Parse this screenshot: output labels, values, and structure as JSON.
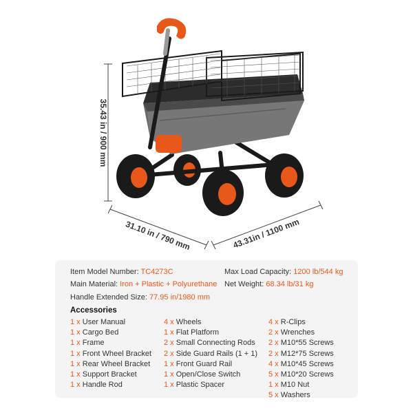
{
  "dimensions": {
    "height": "35.43 in / 900 mm",
    "width": "31.10 in / 790 mm",
    "length": "43.31in / 1100 mm"
  },
  "specs": {
    "model_label": "Item Model Number:",
    "model_value": "TC4273C",
    "max_load_label": "Max Load Capacity:",
    "max_load_value": "1200 lb/544 kg",
    "material_label": "Main Material:",
    "material_value": "Iron + Plastic + Polyurethane",
    "net_weight_label": "Net Weight:",
    "net_weight_value": "68.34 lb/31 kg",
    "handle_label": "Handle Extended Size:",
    "handle_value": "77.95 in/1980 mm"
  },
  "accessories": {
    "heading": "Accessories",
    "col1": [
      {
        "qty": "1 x",
        "name": "User Manual"
      },
      {
        "qty": "1 x",
        "name": "Cargo Bed"
      },
      {
        "qty": "1 x",
        "name": "Frame"
      },
      {
        "qty": "1 x",
        "name": "Front Wheel Bracket"
      },
      {
        "qty": "1 x",
        "name": "Rear Wheel Bracket"
      },
      {
        "qty": "1 x",
        "name": "Support Bracket"
      },
      {
        "qty": "1 x",
        "name": "Handle Rod"
      }
    ],
    "col2": [
      {
        "qty": "4 x",
        "name": "Wheels"
      },
      {
        "qty": "1 x",
        "name": "Flat Platform"
      },
      {
        "qty": "2 x",
        "name": "Small Connecting Rods"
      },
      {
        "qty": "2 x",
        "name": "Side Guard Rails (1 + 1)"
      },
      {
        "qty": "1 x",
        "name": "Front Guard Rail"
      },
      {
        "qty": "1 x",
        "name": "Open/Close Switch"
      },
      {
        "qty": "1 x",
        "name": "Plastic Spacer"
      }
    ],
    "col3": [
      {
        "qty": "4 x",
        "name": "R-Clips"
      },
      {
        "qty": "2 x",
        "name": "Wrenches"
      },
      {
        "qty": "2 x",
        "name": "M10*55 Screws"
      },
      {
        "qty": "2 x",
        "name": "M12*75 Screws"
      },
      {
        "qty": "4 x",
        "name": "M10*45 Screws"
      },
      {
        "qty": "5 x",
        "name": "M10*20 Screws"
      },
      {
        "qty": "1 x",
        "name": "M10 Nut"
      },
      {
        "qty": "5 x",
        "name": "Washers"
      }
    ]
  },
  "colors": {
    "accent": "#e8581b",
    "cart_body": "#6b6b6b",
    "frame": "#222222"
  }
}
